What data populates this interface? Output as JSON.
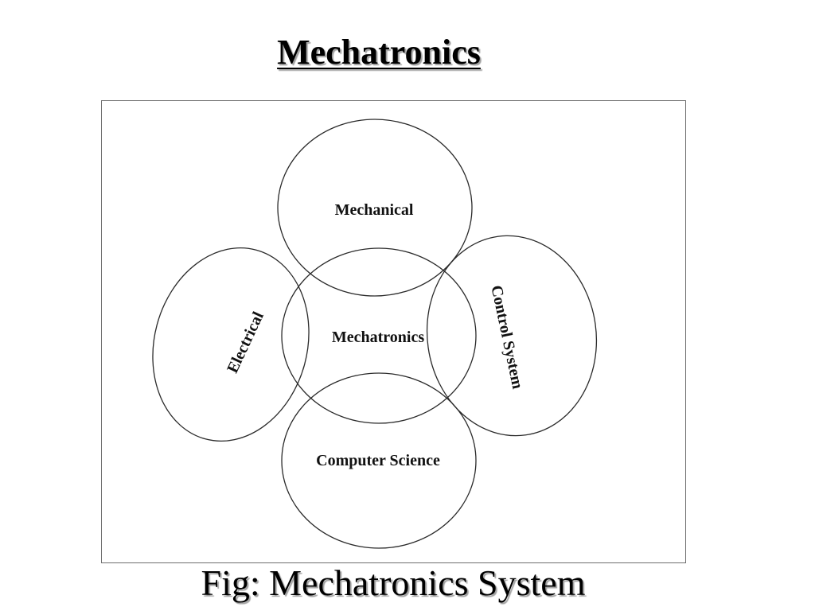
{
  "slide": {
    "title": "Mechatronics",
    "caption": "Fig: Mechatronics System"
  },
  "diagram": {
    "center_label": "Mechatronics",
    "top_label": "Mechanical",
    "left_label": "Electrical",
    "right_label": "Control System",
    "bottom_label": "Computer Science"
  }
}
